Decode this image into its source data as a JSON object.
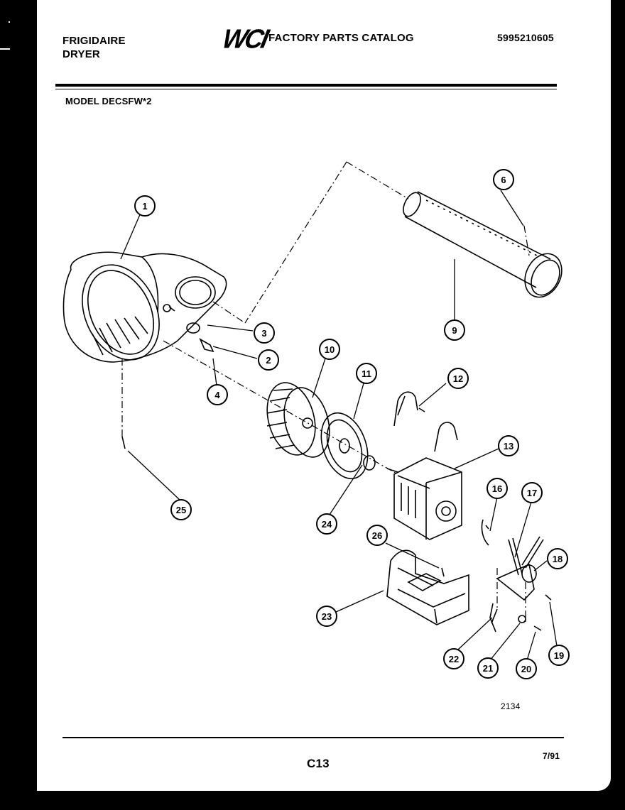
{
  "header": {
    "brand_line1": "FRIGIDAIRE",
    "brand_line2": "DRYER",
    "logo": "WCI",
    "catalog_title": "FACTORY PARTS CATALOG",
    "part_number": "5995210605"
  },
  "model_label": "MODEL DECSFW*2",
  "figure_number": "2134",
  "footer": {
    "page": "C13",
    "date": "7/91"
  },
  "callouts": [
    "1",
    "2",
    "3",
    "4",
    "6",
    "9",
    "10",
    "11",
    "12",
    "13",
    "16",
    "17",
    "18",
    "19",
    "20",
    "21",
    "22",
    "23",
    "24",
    "25",
    "26"
  ]
}
